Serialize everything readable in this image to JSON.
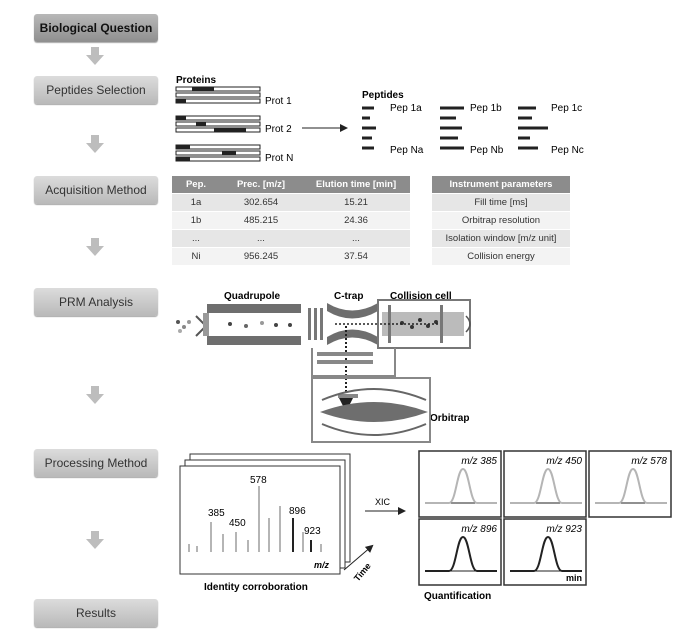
{
  "steps": [
    "Biological Question",
    "Peptides Selection",
    "Acquisition Method",
    "PRM Analysis",
    "Processing Method",
    "Results"
  ],
  "selection": {
    "proteins_title": "Proteins",
    "proteins": [
      "Prot 1",
      "Prot 2",
      "Prot N"
    ],
    "peptides_title": "Peptides",
    "peptides": [
      [
        "Pep 1a",
        "Pep Na"
      ],
      [
        "Pep 1b",
        "Pep Nb"
      ],
      [
        "Pep 1c",
        "Pep Nc"
      ]
    ]
  },
  "acquisition_table": {
    "headers": [
      "Pep.",
      "Prec. [m/z]",
      "Elution time [min]"
    ],
    "rows": [
      [
        "1a",
        "302.654",
        "15.21"
      ],
      [
        "1b",
        "485.215",
        "24.36"
      ],
      [
        "...",
        "...",
        "..."
      ],
      [
        "Ni",
        "956.245",
        "37.54"
      ]
    ]
  },
  "instrument_table": {
    "header": "Instrument parameters",
    "rows": [
      "Fill time [ms]",
      "Orbitrap resolution",
      "Isolation window [m/z unit]",
      "Collision energy"
    ]
  },
  "prm": {
    "quadrupole": "Quadrupole",
    "ctrap": "C-trap",
    "collision_cell": "Collision cell",
    "orbitrap": "Orbitrap"
  },
  "processing": {
    "spectrum_peaks": [
      "385",
      "450",
      "578",
      "896",
      "923"
    ],
    "spectrum_xlabel": "m/z",
    "time_label": "Time",
    "xic_label": "XIC",
    "identity_label": "Identity corroboration",
    "quant_panels": [
      "m/z 385",
      "m/z 450",
      "m/z 578",
      "m/z 896",
      "m/z 923"
    ],
    "quant_xlabel": "min",
    "quant_label": "Quantification"
  },
  "colors": {
    "step_fill": "#c8c8c8",
    "table_header": "#8c8c8c",
    "dark": "#222222",
    "light_gray": "#b5b5b5"
  }
}
